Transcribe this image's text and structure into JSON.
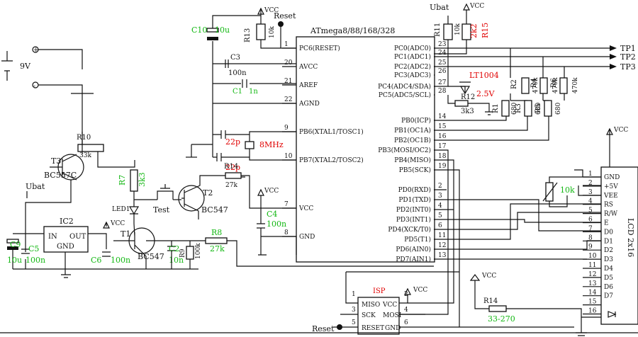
{
  "mcu": {
    "title": "ATmega8/88/168/328",
    "left_pins": [
      {
        "num": "1",
        "name": "PC6(RESET)"
      },
      {
        "num": "20",
        "name": "AVCC"
      },
      {
        "num": "21",
        "name": "AREF"
      },
      {
        "num": "22",
        "name": "AGND"
      },
      {
        "num": "9",
        "name": "PB6(XTAL1/TOSC1)"
      },
      {
        "num": "10",
        "name": "PB7(XTAL2/TOSC2)"
      },
      {
        "num": "7",
        "name": "VCC"
      },
      {
        "num": "8",
        "name": "GND"
      }
    ],
    "right_pins": [
      {
        "num": "23",
        "name": "PC0(ADC0)"
      },
      {
        "num": "24",
        "name": "PC1(ADC1)"
      },
      {
        "num": "25",
        "name": "PC2(ADC2)"
      },
      {
        "num": "26",
        "name": "PC3(ADC3)"
      },
      {
        "num": "27",
        "name": "PC4(ADC4/SDA)"
      },
      {
        "num": "28",
        "name": "PC5(ADC5/SCL)"
      },
      {
        "num": "14",
        "name": "PB0(ICP)"
      },
      {
        "num": "15",
        "name": "PB1(OC1A)"
      },
      {
        "num": "16",
        "name": "PB2(OC1B)"
      },
      {
        "num": "17",
        "name": "PB3(MOSI/OC2)"
      },
      {
        "num": "18",
        "name": "PB4(MISO)"
      },
      {
        "num": "19",
        "name": "PB5(SCK)"
      },
      {
        "num": "2",
        "name": "PD0(RXD)"
      },
      {
        "num": "3",
        "name": "PD1(TXD)"
      },
      {
        "num": "4",
        "name": "PD2(INT0)"
      },
      {
        "num": "5",
        "name": "PD3(INT1)"
      },
      {
        "num": "6",
        "name": "PD4(XCK/T0)"
      },
      {
        "num": "11",
        "name": "PD5(T1)"
      },
      {
        "num": "12",
        "name": "PD6(AIN0)"
      },
      {
        "num": "13",
        "name": "PD7(AIN1)"
      }
    ]
  },
  "lcd": {
    "title": "LCD 2x16",
    "pins": [
      {
        "num": "1",
        "name": "GND"
      },
      {
        "num": "2",
        "name": "+5V"
      },
      {
        "num": "3",
        "name": "VEE"
      },
      {
        "num": "4",
        "name": "RS"
      },
      {
        "num": "5",
        "name": "R/W"
      },
      {
        "num": "6",
        "name": "E"
      },
      {
        "num": "7",
        "name": "D0"
      },
      {
        "num": "8",
        "name": "D1"
      },
      {
        "num": "9",
        "name": "D2"
      },
      {
        "num": "10",
        "name": "D3"
      },
      {
        "num": "11",
        "name": "D4"
      },
      {
        "num": "12",
        "name": "D5"
      },
      {
        "num": "13",
        "name": "D6"
      },
      {
        "num": "14",
        "name": "D7"
      },
      {
        "num": "15",
        "name": ""
      },
      {
        "num": "16",
        "name": ""
      }
    ]
  },
  "isp": {
    "title": "ISP",
    "pins": [
      {
        "num": "1",
        "name": "MISO"
      },
      {
        "num": "2",
        "name": "VCC"
      },
      {
        "num": "3",
        "name": "SCK"
      },
      {
        "num": "4",
        "name": "MOSI"
      },
      {
        "num": "5",
        "name": "RESET"
      },
      {
        "num": "6",
        "name": "GND"
      }
    ]
  },
  "ic2": {
    "title": "IC2",
    "in": "IN",
    "out": "OUT",
    "gnd": "GND"
  },
  "power": {
    "vcc": "VCC",
    "ubat": "Ubat",
    "battery": "9V",
    "reset": "Reset",
    "test": "Test"
  },
  "test_points": [
    "TP1",
    "TP2",
    "TP3"
  ],
  "components": {
    "c10": {
      "ref": "C10",
      "value": "10u"
    },
    "r13": {
      "ref": "R13",
      "value": "10k"
    },
    "c3": {
      "ref": "C3",
      "value": "100n"
    },
    "c1": {
      "ref": "C1",
      "value": "1n"
    },
    "c22a": {
      "value": "22p"
    },
    "c22b": {
      "value": "22p"
    },
    "xtal": {
      "value": "8MHz"
    },
    "r10": {
      "ref": "R10",
      "value": "33k"
    },
    "t3": {
      "ref": "T3",
      "value": "BC557C"
    },
    "r7": {
      "ref": "R7",
      "value": "3k3"
    },
    "led1": {
      "ref": "LED1"
    },
    "t1": {
      "ref": "T1",
      "value": "BC547"
    },
    "t2": {
      "ref": "T2",
      "value": "BC547"
    },
    "r14a": {
      "ref": "R14",
      "value": "27k"
    },
    "c4": {
      "ref": "C4",
      "value": "100n"
    },
    "c9": {
      "ref": "C9",
      "value": "10u"
    },
    "c5": {
      "ref": "C5",
      "value": "100n"
    },
    "c6": {
      "ref": "C6",
      "value": "100n"
    },
    "c2": {
      "ref": "C2",
      "value": "10n"
    },
    "r9": {
      "ref": "R9",
      "value": "100k"
    },
    "r8": {
      "ref": "R8",
      "value": "27k"
    },
    "r11": {
      "ref": "R11",
      "value": "10k"
    },
    "r15": {
      "ref": "R15",
      "value": "2k2"
    },
    "lt1004": {
      "ref": "LT1004",
      "value": "2.5V"
    },
    "r12": {
      "ref": "R12",
      "value": "3k3"
    },
    "r1": {
      "ref": "R1",
      "value": "680"
    },
    "r2": {
      "ref": "R2",
      "value": "470k"
    },
    "r3": {
      "ref": "R3",
      "value": "680"
    },
    "r4": {
      "ref": "R4",
      "value": "470k"
    },
    "r5": {
      "ref": "R5",
      "value": "680"
    },
    "r6": {
      "ref": "R6",
      "value": "470k"
    },
    "pot": {
      "value": "10k"
    },
    "r14b": {
      "ref": "R14",
      "value": "33-270"
    }
  }
}
